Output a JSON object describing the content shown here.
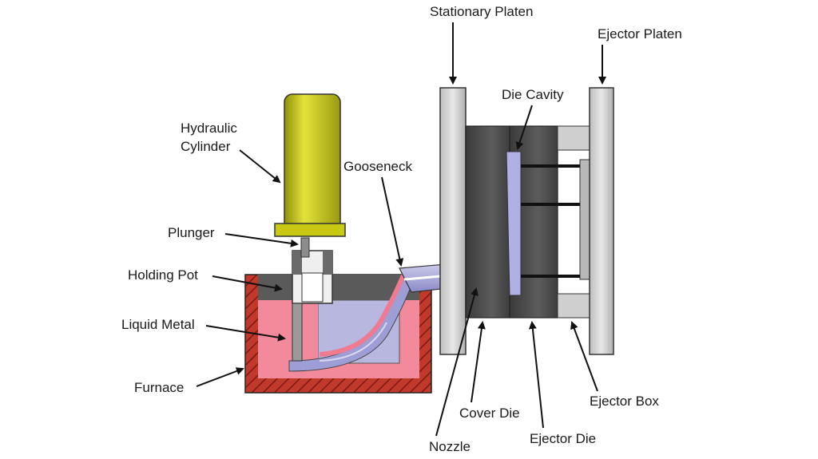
{
  "labels": {
    "stationary_platen": "Stationary Platen",
    "ejector_platen": "Ejector Platen",
    "die_cavity": "Die Cavity",
    "hydraulic_cylinder_line1": "Hydraulic",
    "hydraulic_cylinder_line2": "Cylinder",
    "gooseneck": "Gooseneck",
    "plunger": "Plunger",
    "holding_pot": "Holding Pot",
    "liquid_metal": "Liquid Metal",
    "furnace": "Furnace",
    "cover_die": "Cover Die",
    "ejector_box": "Ejector Box",
    "nozzle": "Nozzle",
    "ejector_die": "Ejector Die"
  },
  "colors": {
    "cylinder": "#c9c914",
    "furnace_brick": "#c0392b",
    "liquid_metal": "#f28a9b",
    "die_dark": "#4a4a4a",
    "platen": "#d4d4d4",
    "gooseneck": "#9e9ed6"
  }
}
